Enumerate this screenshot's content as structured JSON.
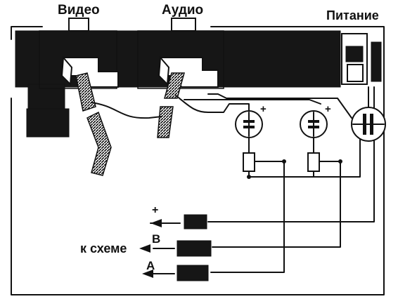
{
  "labels": {
    "video": "Видео",
    "audio": "Аудио",
    "power": "Питание",
    "to_circuit": "к схеме",
    "plus": "+",
    "b": "B",
    "a": "A"
  },
  "capacitor_polarity": "+",
  "colors": {
    "ink": "#111111",
    "paper": "#ffffff"
  }
}
